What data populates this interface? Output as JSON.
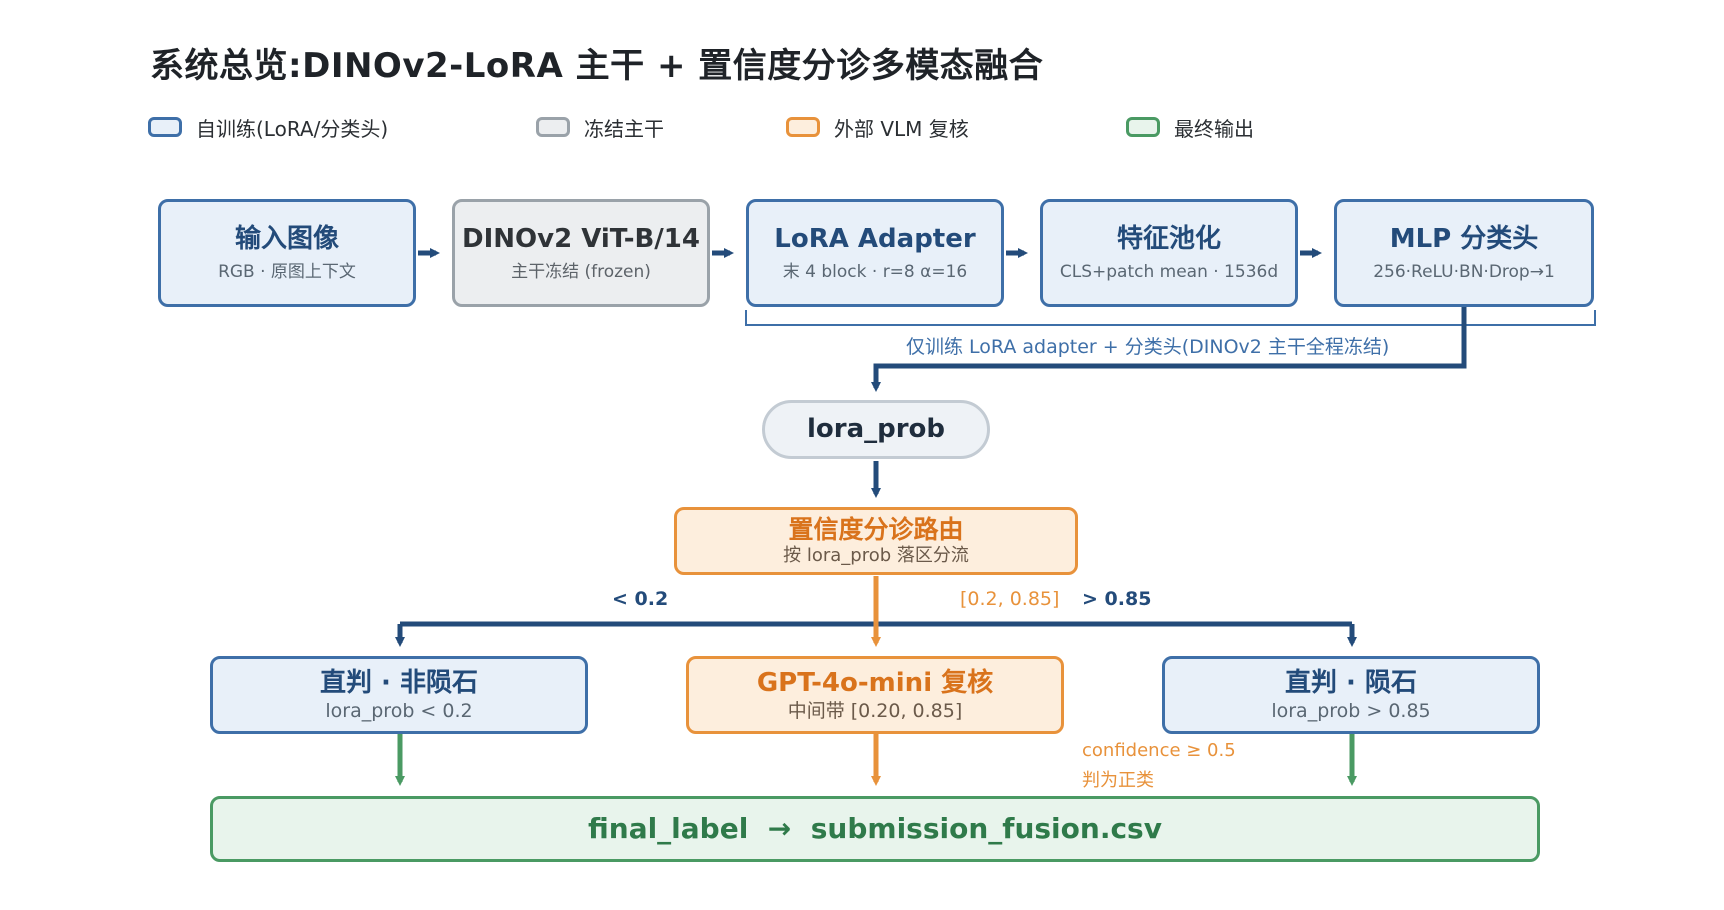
{
  "title": "系统总览:DINOv2-LoRA 主干 + 置信度分诊多模态融合",
  "legend": [
    {
      "label": "自训练(LoRA/分类头)",
      "color": "#3e6fa8",
      "fill": "#e8f0f9"
    },
    {
      "label": "冻结主干",
      "color": "#9aa2a9",
      "fill": "#eceef0"
    },
    {
      "label": "外部 VLM 复核",
      "color": "#e8923b",
      "fill": "#fdeedd"
    },
    {
      "label": "最终输出",
      "color": "#4a9a63",
      "fill": "#e8f4ec"
    }
  ],
  "pipeline": [
    {
      "title": "输入图像",
      "sub": "RGB · 原图上下文"
    },
    {
      "title": "DINOv2 ViT-B/14",
      "sub": "主干冻结 (frozen)"
    },
    {
      "title": "LoRA Adapter",
      "sub": "末 4 block · r=8 α=16"
    },
    {
      "title": "特征池化",
      "sub": "CLS+patch mean · 1536d"
    },
    {
      "title": "MLP 分类头",
      "sub": "256·ReLU·BN·Drop→1"
    }
  ],
  "bracket_note": "仅训练 LoRA adapter + 分类头(DINOv2 主干全程冻结)",
  "prob_node": "lora_prob",
  "router": {
    "title": "置信度分诊路由",
    "sub": "按 lora_prob 落区分流"
  },
  "branch_labels": {
    "low": "< 0.2",
    "mid": "[0.2, 0.85]",
    "high": "> 0.85"
  },
  "branches": [
    {
      "title": "直判 · 非陨石",
      "sub": "lora_prob < 0.2"
    },
    {
      "title": "GPT-4o-mini 复核",
      "sub": "中间带 [0.20, 0.85]"
    },
    {
      "title": "直判 · 陨石",
      "sub": "lora_prob > 0.85"
    }
  ],
  "confidence_note": {
    "line1": "confidence ≥ 0.5",
    "line2": "判为正类"
  },
  "output": "final_label  →  submission_fusion.csv",
  "colors": {
    "blue": "#234b7a",
    "orange": "#e8923b",
    "green": "#4a9a63",
    "bracket": "#3e6fa8",
    "bracket_text": "#3e6fa8"
  }
}
